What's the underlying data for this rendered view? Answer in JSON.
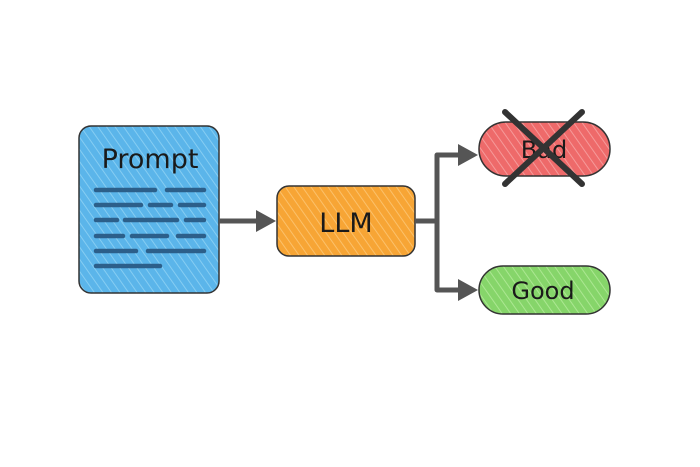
{
  "nodes": {
    "prompt": {
      "label": "Prompt"
    },
    "llm": {
      "label": "LLM"
    },
    "bad": {
      "label": "Bad"
    },
    "good": {
      "label": "Good"
    }
  },
  "colors": {
    "prompt_fill": "#5bb5ea",
    "prompt_text_lines": "#2c5f8a",
    "llm_fill": "#f7a535",
    "bad_fill": "#ee6a6a",
    "good_fill": "#86d56a",
    "stroke": "#333333",
    "arrow": "#555555",
    "cross": "#333333"
  },
  "icons": {
    "prompt": "document-icon",
    "cross": "x-mark-icon"
  }
}
